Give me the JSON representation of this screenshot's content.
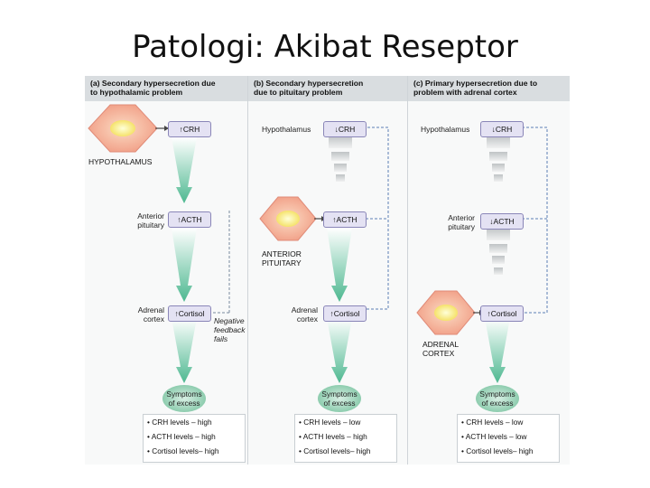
{
  "slide": {
    "title": "Patologi: Akibat Reseptor"
  },
  "panels": [
    {
      "header": "(a) Secondary hypersecretion due\nto hypothalamic problem",
      "hypothalamus_label": "HYPOTHALAMUS",
      "pituitary_label": "Anterior\npituitary",
      "adrenal_label": "Adrenal\ncortex",
      "crh": "↑CRH",
      "acth": "↑ACTH",
      "cortisol": "↑Cortisol",
      "feedback_note": "Negative\nfeedback\nfails",
      "symptoms": "Symptoms\nof excess",
      "levels": [
        "• CRH levels – high",
        "• ACTH levels – high",
        "• Cortisol levels– high"
      ]
    },
    {
      "header": "(b) Secondary hypersecretion\ndue to pituitary problem",
      "hypothalamus_label": "Hypothalamus",
      "pituitary_label": "ANTERIOR\nPITUITARY",
      "adrenal_label": "Adrenal\ncortex",
      "crh": "↓CRH",
      "acth": "↑ACTH",
      "cortisol": "↑Cortisol",
      "symptoms": "Symptoms\nof excess",
      "levels": [
        "• CRH levels – low",
        "• ACTH levels – high",
        "• Cortisol levels– high"
      ]
    },
    {
      "header": "(c) Primary hypersecretion due to\nproblem with adrenal cortex",
      "hypothalamus_label": "Hypothalamus",
      "pituitary_label": "Anterior\npituitary",
      "adrenal_label": "ADRENAL\nCORTEX",
      "crh": "↓CRH",
      "acth": "↓ACTH",
      "cortisol": "↑Cortisol",
      "symptoms": "Symptoms\nof excess",
      "levels": [
        "• CRH levels – low",
        "• ACTH levels – low",
        "• Cortisol levels– high"
      ]
    }
  ]
}
